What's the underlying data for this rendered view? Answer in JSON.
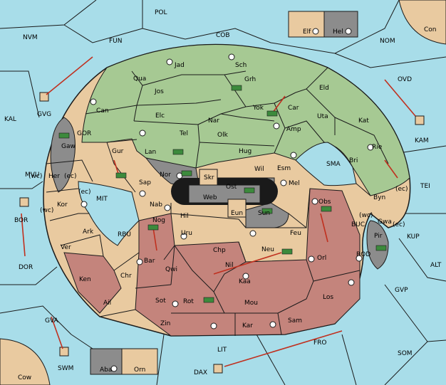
{
  "colors": {
    "sea": "#a8dde9",
    "neutral": "#e9caa0",
    "green": "#a6c993",
    "red": "#c4847c",
    "gray": "#8c8c8c",
    "border": "#1a1a1a",
    "arrow": "#c0301f",
    "unit": "#3c8a3c"
  },
  "sea_labels": {
    "pol": "POL",
    "nvm": "NVM",
    "fun": "FUN",
    "cob": "COB",
    "nom": "NOM",
    "kal": "KAL",
    "ovd": "OVD",
    "gvg": "GVG",
    "gor": "GOR",
    "kam": "KAM",
    "mvu": "MVU",
    "sma": "SMA",
    "tei": "TEI",
    "mit": "MIT",
    "bor": "BOR",
    "rbu": "RBU",
    "buc": "BUC",
    "kup": "KUP",
    "dor": "DOR",
    "rod": "ROD",
    "alt": "ALT",
    "gvp": "GVP",
    "gva": "GVA",
    "fro": "FRO",
    "lit": "LIT",
    "som": "SOM",
    "swm": "SWM",
    "dax": "DAX",
    "cow": "Cow",
    "con": "Con"
  },
  "north": [
    "Jad",
    "Sch",
    "Qua",
    "Jos",
    "Grh",
    "Can",
    "Yok",
    "Eld",
    "Car",
    "Elc",
    "Nar",
    "Uta",
    "Amp",
    "Kat",
    "Tel",
    "Olk",
    "Lan",
    "Gur",
    "Hug",
    "Bri",
    "Rie",
    "Wil",
    "Esm",
    "Byn",
    "Gaw"
  ],
  "west": [
    "Her",
    "Kor",
    "Ark",
    "Ver",
    "Ken",
    "Chr",
    "Ail"
  ],
  "center": [
    "Nor",
    "Sap",
    "Skr",
    "Ost",
    "Web",
    "Mel",
    "Nab",
    "Eun",
    "Sun",
    "Hil",
    "Obs",
    "Nog",
    "Uru",
    "Feu",
    "Chp",
    "Neu",
    "Bar",
    "Qwi",
    "Nil",
    "Orl",
    "Kaa",
    "Sot",
    "Rot",
    "Mou",
    "Los",
    "Pir",
    "Gwa"
  ],
  "south": [
    "Zin",
    "Kar",
    "Sam"
  ],
  "islands": [
    "Elf",
    "Hel",
    "Aba",
    "Orn"
  ],
  "coast_marks": [
    "(wc)",
    "(ec)",
    "(ec)",
    "(wc)",
    "(ec)",
    "(wc)",
    "(ec)"
  ]
}
